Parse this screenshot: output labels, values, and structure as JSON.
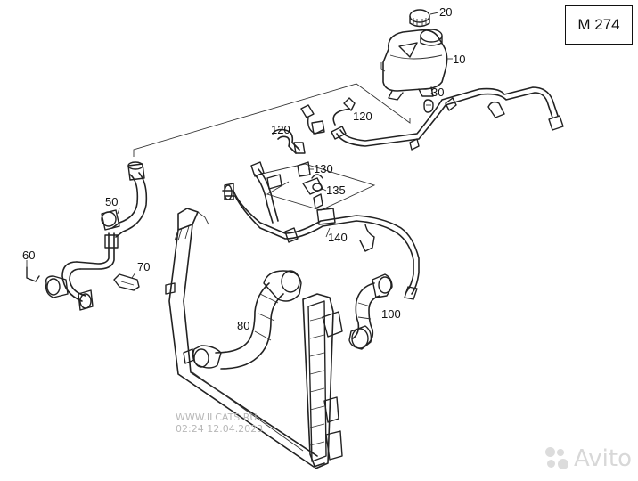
{
  "engine_code": "M 274",
  "callouts": [
    {
      "id": "20",
      "text": "20"
    },
    {
      "id": "10",
      "text": "10"
    },
    {
      "id": "30",
      "text": "30"
    },
    {
      "id": "120a",
      "text": "120"
    },
    {
      "id": "120b",
      "text": "120"
    },
    {
      "id": "130",
      "text": "130"
    },
    {
      "id": "135",
      "text": "135"
    },
    {
      "id": "50",
      "text": "50"
    },
    {
      "id": "140",
      "text": "140"
    },
    {
      "id": "60",
      "text": "60"
    },
    {
      "id": "70",
      "text": "70"
    },
    {
      "id": "80",
      "text": "80"
    },
    {
      "id": "100",
      "text": "100"
    }
  ],
  "watermark": {
    "line1": "WWW.ILCATS.RU",
    "line2": "02:24 12.04.2023"
  },
  "brand": {
    "name": "Avito"
  }
}
